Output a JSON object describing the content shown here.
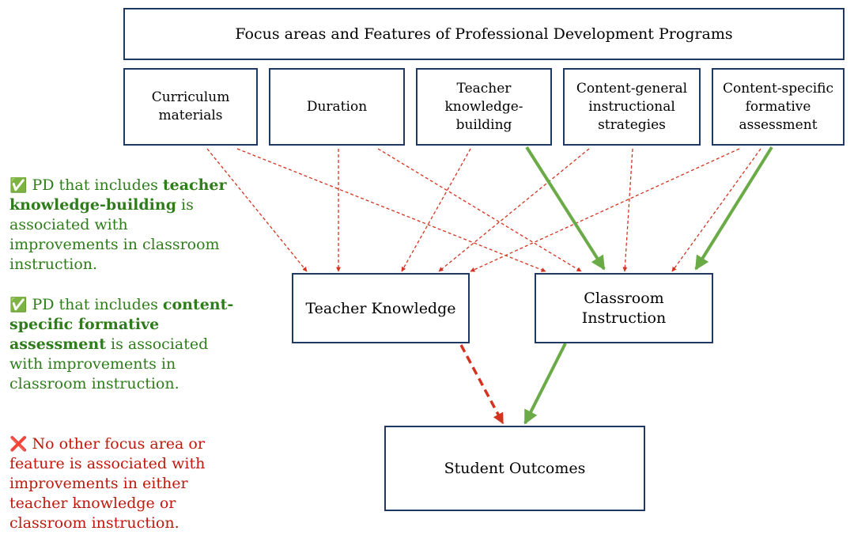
{
  "title": "Focus areas and Features of Professional Development Programs",
  "features": [
    "Curriculum\nmaterials",
    "Duration",
    "Teacher\nknowledge-\nbuilding",
    "Content-general\ninstructional\nstrategies",
    "Content-specific\nformative\nassessment"
  ],
  "outcomes": {
    "teacher_knowledge": "Teacher Knowledge",
    "classroom_instruction": "Classroom\nInstruction",
    "student_outcomes": "Student Outcomes"
  },
  "notes": {
    "note1": {
      "icon": "✅",
      "pre": "PD that includes",
      "bold": "teacher knowledge-building",
      "post": "is associated with improvements in classroom instruction."
    },
    "note2": {
      "icon": "✅",
      "pre": "PD that includes",
      "bold": "content-specific formative assessment",
      "post": "is associated with improvements in classroom instruction."
    },
    "note3": {
      "icon": "❌",
      "text": "No other focus area or feature is associated with improvements in either teacher knowledge or classroom instruction."
    }
  },
  "colors": {
    "box_border": "#1f3864",
    "significant": "#6aab48",
    "non_significant": "#d4341f",
    "positive_text": "#2e7d1a",
    "negative_text": "#c0180c"
  }
}
